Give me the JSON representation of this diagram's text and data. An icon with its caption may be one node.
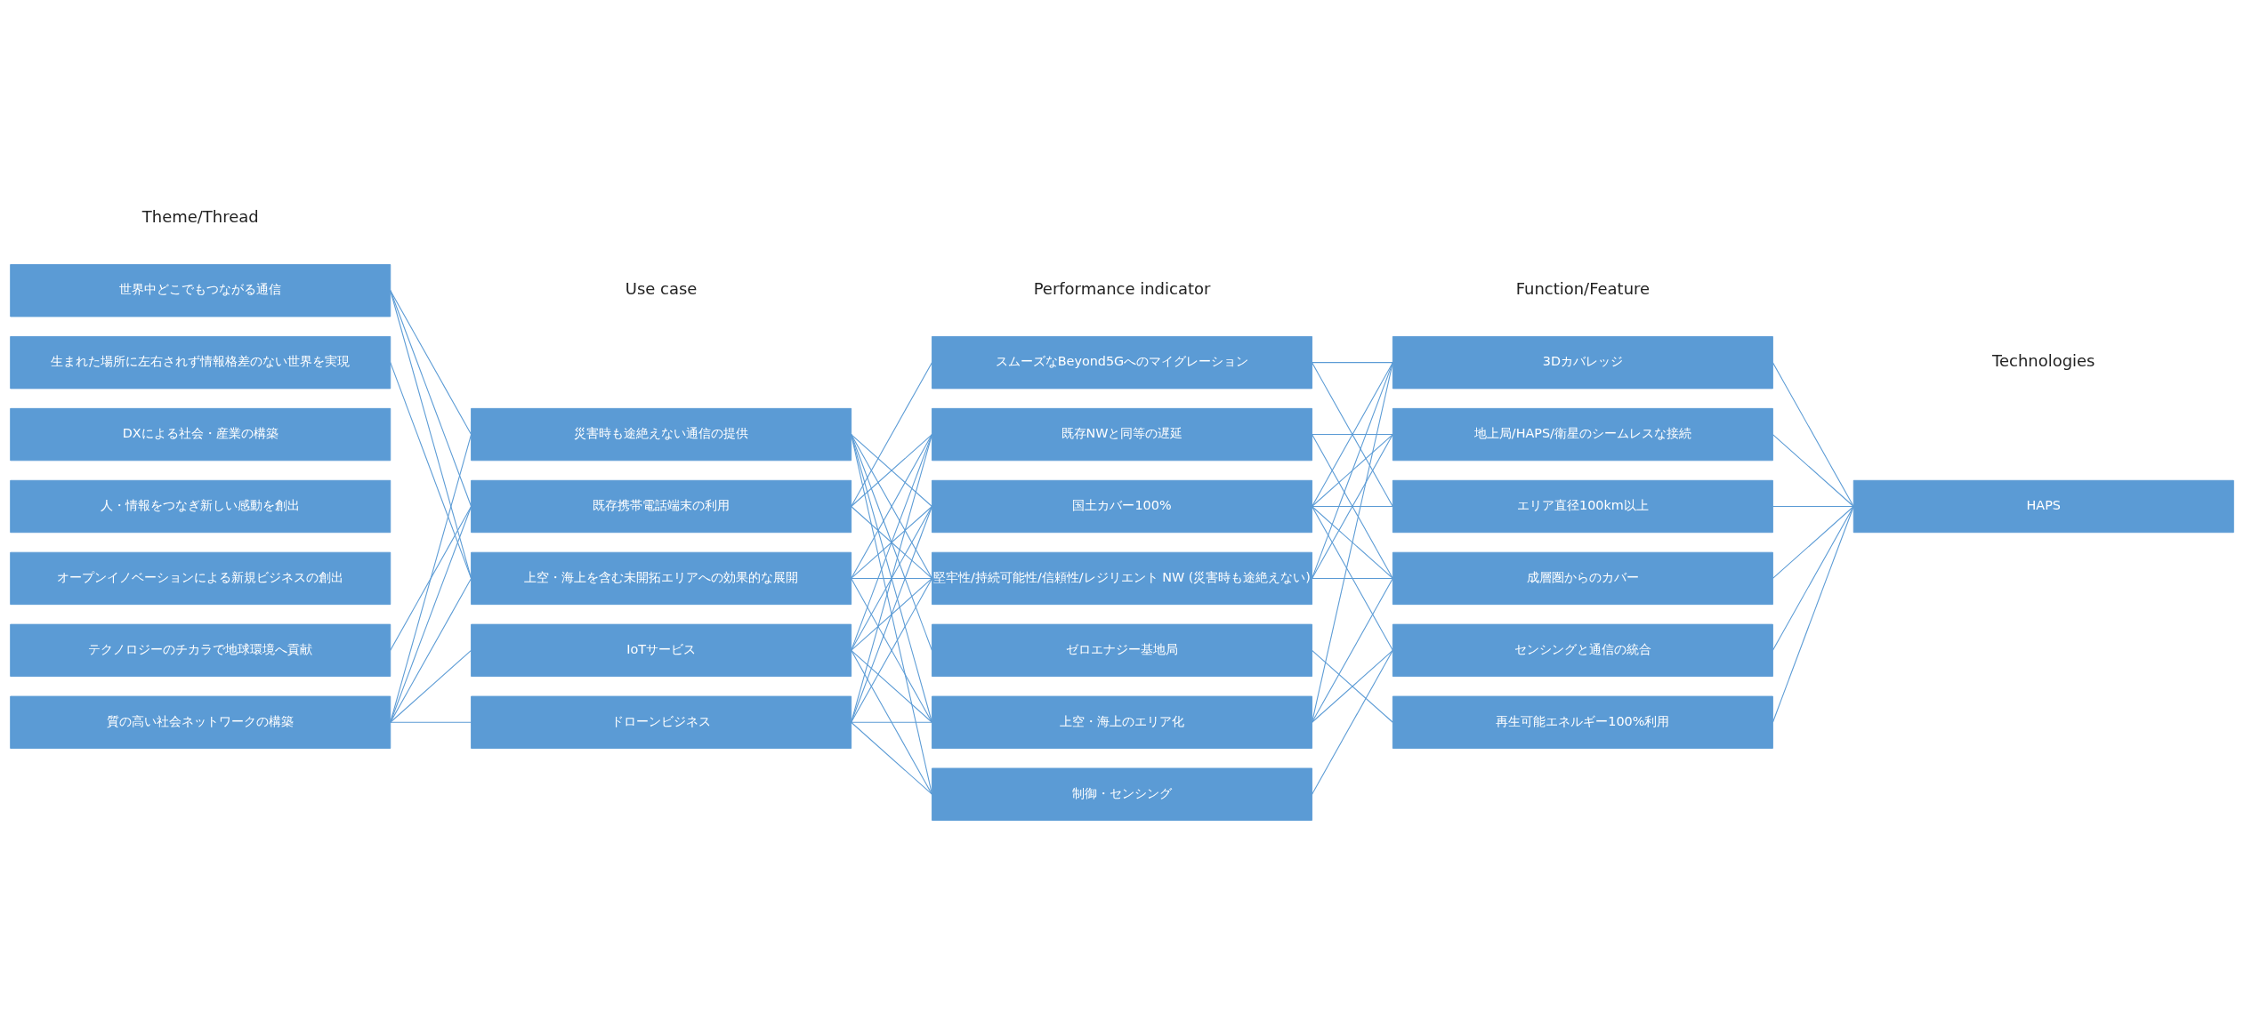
{
  "diagram": {
    "nodes": [
      {
        "text": [
          "世界中どこでもつながる通信"
        ]
      },
      {
        "text": [
          "生まれた場所に左右されず情報格差のない世界を実現"
        ]
      },
      {
        "text": [
          "DXによる社会・産業の構築"
        ]
      },
      {
        "text": [
          "人・情報をつなぎ新しい感動を創出"
        ]
      },
      {
        "text": [
          "オープンイノベーションによる新規ビジネスの創出"
        ]
      },
      {
        "text": [
          "テクノロジーのチカラで地球環境へ貢献"
        ]
      },
      {
        "text": [
          "質の高い社会ネットワークの構築"
        ]
      },
      {
        "text": [
          "災害時も途絶えない通信の提供"
        ]
      },
      {
        "text": [
          "既存携帯電話端末の利用"
        ]
      },
      {
        "text": [
          "上空・海上を含む未開拓エリアへの効果的な展開"
        ]
      },
      {
        "text": [
          "IoTサービス"
        ]
      },
      {
        "text": [
          "ドローンビジネス"
        ]
      },
      {
        "text": [
          "スムーズなBeyond5Gへのマイグレーション"
        ]
      },
      {
        "text": [
          "既存NWと同等の遅延"
        ]
      },
      {
        "text": [
          "国土カバー100%"
        ]
      },
      {
        "text": [
          "堅牢性/持続可能性/信頼性/レジリエント NW (災害時も途絶えない)"
        ]
      },
      {
        "text": [
          "ゼロエナジー基地局"
        ]
      },
      {
        "text": [
          "上空・海上のエリア化"
        ]
      },
      {
        "text": [
          "制御・センシング"
        ]
      },
      {
        "text": [
          "3Dカバレッジ"
        ]
      },
      {
        "text": [
          "地上局/HAPS/衛星のシームレスな接続"
        ]
      },
      {
        "text": [
          "エリア直径100km以上"
        ]
      },
      {
        "text": [
          "成層圏からのカバー"
        ]
      },
      {
        "text": [
          "センシングと通信の統合"
        ]
      },
      {
        "text": [
          "再生可能エネルギー100%利用"
        ]
      },
      {
        "text": [
          "HAPS"
        ]
      }
    ],
    "edges": [
      {
        "from": 0,
        "to": 7,
        "arrow": "none"
      },
      {
        "from": 0,
        "to": 8,
        "arrow": "none"
      },
      {
        "from": 0,
        "to": 9,
        "arrow": "none"
      },
      {
        "from": 1,
        "to": 9,
        "arrow": "none"
      },
      {
        "from": 5,
        "to": 8,
        "arrow": "none"
      },
      {
        "from": 6,
        "to": 7,
        "arrow": "none"
      },
      {
        "from": 6,
        "to": 8,
        "arrow": "none"
      },
      {
        "from": 6,
        "to": 9,
        "arrow": "none"
      },
      {
        "from": 6,
        "to": 10,
        "arrow": "none"
      },
      {
        "from": 6,
        "to": 11,
        "arrow": "none"
      },
      {
        "from": 7,
        "to": 14,
        "arrow": "none"
      },
      {
        "from": 7,
        "to": 15,
        "arrow": "none"
      },
      {
        "from": 7,
        "to": 16,
        "arrow": "none"
      },
      {
        "from": 7,
        "to": 17,
        "arrow": "none"
      },
      {
        "from": 7,
        "to": 18,
        "arrow": "none"
      },
      {
        "from": 8,
        "to": 12,
        "arrow": "none"
      },
      {
        "from": 8,
        "to": 13,
        "arrow": "none"
      },
      {
        "from": 8,
        "to": 15,
        "arrow": "none"
      },
      {
        "from": 9,
        "to": 13,
        "arrow": "none"
      },
      {
        "from": 9,
        "to": 14,
        "arrow": "none"
      },
      {
        "from": 9,
        "to": 15,
        "arrow": "none"
      },
      {
        "from": 9,
        "to": 17,
        "arrow": "none"
      },
      {
        "from": 10,
        "to": 13,
        "arrow": "none"
      },
      {
        "from": 10,
        "to": 14,
        "arrow": "none"
      },
      {
        "from": 10,
        "to": 15,
        "arrow": "none"
      },
      {
        "from": 10,
        "to": 17,
        "arrow": "none"
      },
      {
        "from": 10,
        "to": 18,
        "arrow": "none"
      },
      {
        "from": 11,
        "to": 13,
        "arrow": "none"
      },
      {
        "from": 11,
        "to": 14,
        "arrow": "none"
      },
      {
        "from": 11,
        "to": 15,
        "arrow": "none"
      },
      {
        "from": 11,
        "to": 17,
        "arrow": "none"
      },
      {
        "from": 11,
        "to": 18,
        "arrow": "none"
      },
      {
        "from": 12,
        "to": 19,
        "arrow": "none"
      },
      {
        "from": 12,
        "to": 21,
        "arrow": "none"
      },
      {
        "from": 13,
        "to": 20,
        "arrow": "none"
      },
      {
        "from": 13,
        "to": 22,
        "arrow": "none"
      },
      {
        "from": 14,
        "to": 19,
        "arrow": "none"
      },
      {
        "from": 14,
        "to": 20,
        "arrow": "none"
      },
      {
        "from": 14,
        "to": 21,
        "arrow": "none"
      },
      {
        "from": 14,
        "to": 22,
        "arrow": "none"
      },
      {
        "from": 14,
        "to": 23,
        "arrow": "none"
      },
      {
        "from": 15,
        "to": 19,
        "arrow": "none"
      },
      {
        "from": 15,
        "to": 20,
        "arrow": "none"
      },
      {
        "from": 15,
        "to": 22,
        "arrow": "none"
      },
      {
        "from": 16,
        "to": 24,
        "arrow": "none"
      },
      {
        "from": 17,
        "to": 19,
        "arrow": "none"
      },
      {
        "from": 17,
        "to": 22,
        "arrow": "none"
      },
      {
        "from": 17,
        "to": 23,
        "arrow": "none"
      },
      {
        "from": 18,
        "to": 23,
        "arrow": "none"
      },
      {
        "from": 19,
        "to": 25,
        "arrow": "none"
      },
      {
        "from": 20,
        "to": 25,
        "arrow": "none"
      },
      {
        "from": 21,
        "to": 25,
        "arrow": "none"
      },
      {
        "from": 22,
        "to": 25,
        "arrow": "none"
      },
      {
        "from": 23,
        "to": 25,
        "arrow": "none"
      },
      {
        "from": 24,
        "to": 25,
        "arrow": "none"
      }
    ],
    "labels": [
      "Theme/Thread",
      "Use case",
      "Performance indicator",
      "Function/Feature",
      "Technologies"
    ]
  }
}
